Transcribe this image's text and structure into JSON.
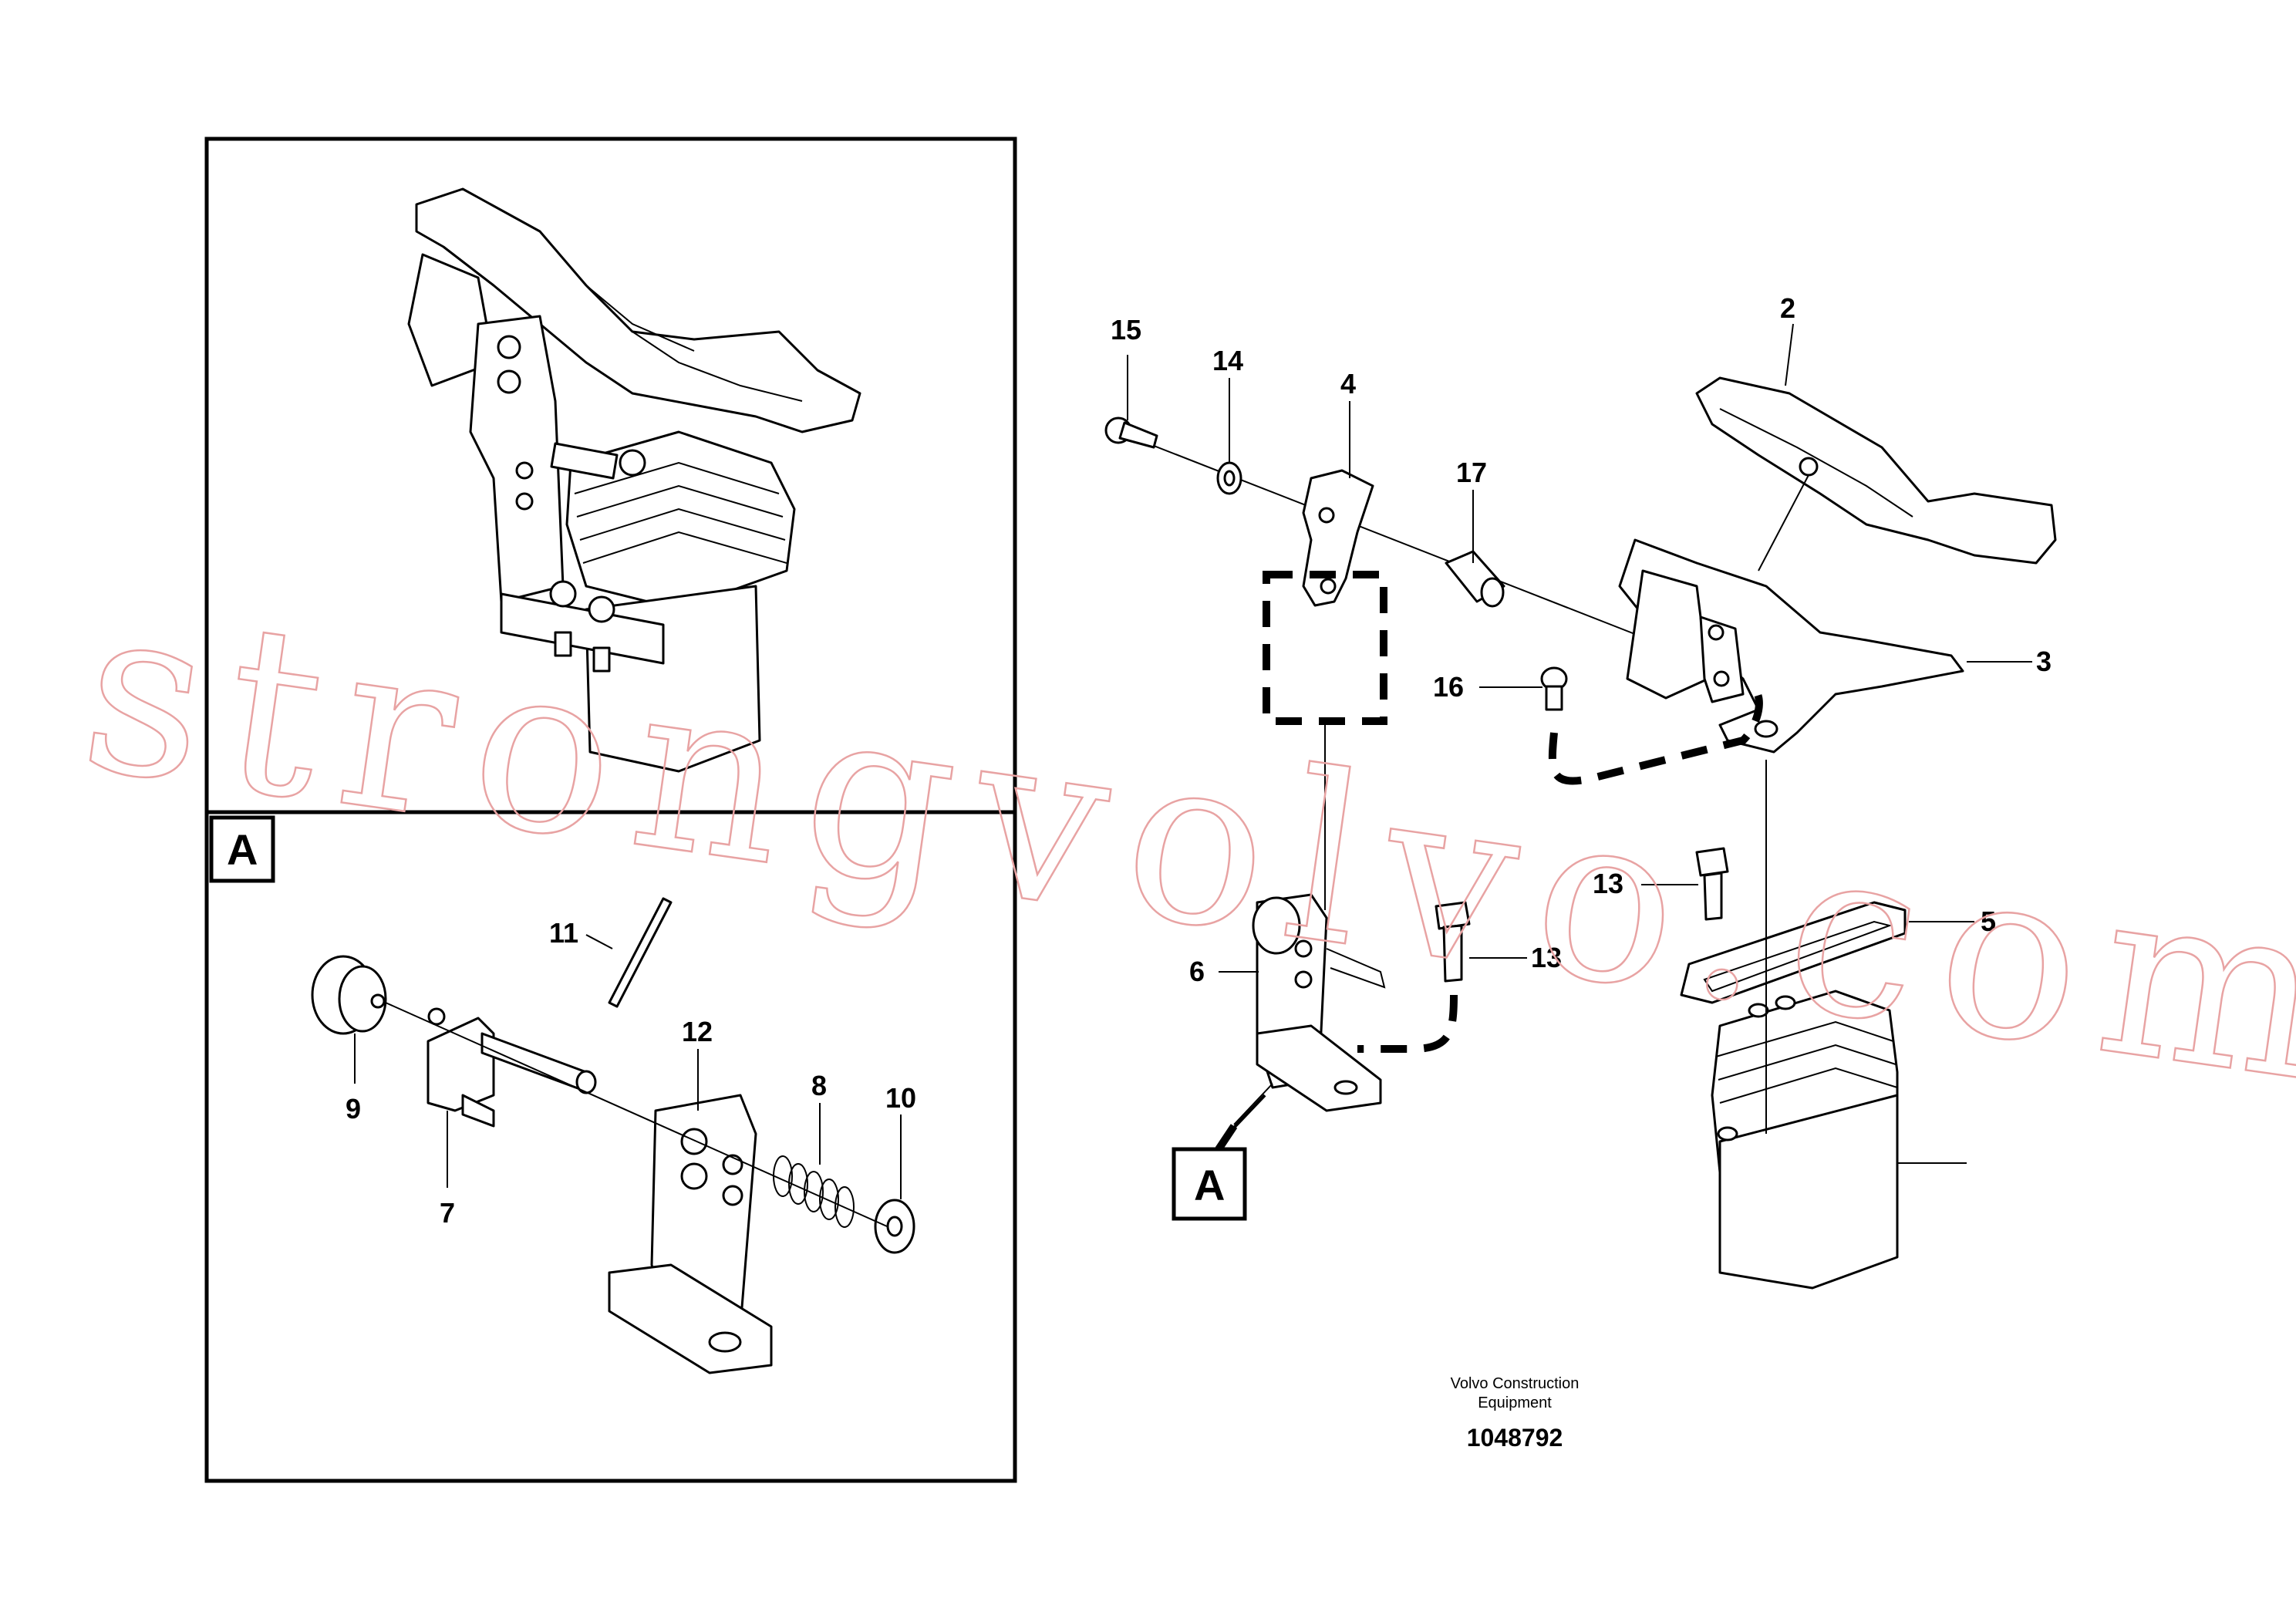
{
  "labels": {
    "p2": "2",
    "p3": "3",
    "p4": "4",
    "p5": "5",
    "p6": "6",
    "p7": "7",
    "p8": "8",
    "p9": "9",
    "p10": "10",
    "p11": "11",
    "p12": "12",
    "p13a": "13",
    "p13b": "13",
    "p14": "14",
    "p15": "15",
    "p16": "16",
    "p17": "17"
  },
  "view_marker_inset": "A",
  "view_marker_main": "A",
  "footer": {
    "company_line1": "Volvo Construction",
    "company_line2": "Equipment",
    "drawing_number": "1048792"
  },
  "watermark": "strongvolvo.com",
  "colors": {
    "line": "#000000",
    "watermark": "#e8a3a3",
    "background": "#ffffff"
  }
}
